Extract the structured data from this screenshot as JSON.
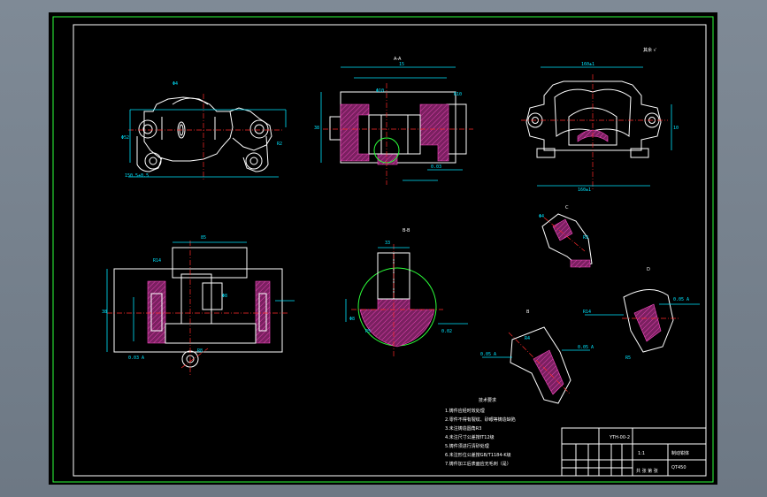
{
  "drawing": {
    "roughness_note": "其余 √",
    "technical_requirements": {
      "title": "技术要求",
      "items": [
        "1.铸件应经时效处理",
        "2.零件不得有裂纹、砂眼等铸造缺陷",
        "3.未注铸造圆角R3",
        "4.未注尺寸公差按IT12级",
        "5.铸件须进行清砂处理",
        "6.未注形位公差按GB/T1184-K级",
        "7.铸件加工后表面应无毛刺（是）"
      ]
    },
    "title_block": {
      "drawing_no": "YTH-00-2",
      "part_name": "制动钳体",
      "material": "QT450",
      "scale": "1:1",
      "sheet": "共 张 第 张"
    },
    "views": {
      "section_a_label": "A-A",
      "section_b_label": "B-B",
      "detail_c_label": "C",
      "detail_d_label": "D"
    }
  },
  "colors": {
    "outline": "#ffffff",
    "dimension": "#00e5ff",
    "centerline": "#ff2a2a",
    "section_hatch": "#a0307a",
    "frame": "#2cff3a"
  }
}
